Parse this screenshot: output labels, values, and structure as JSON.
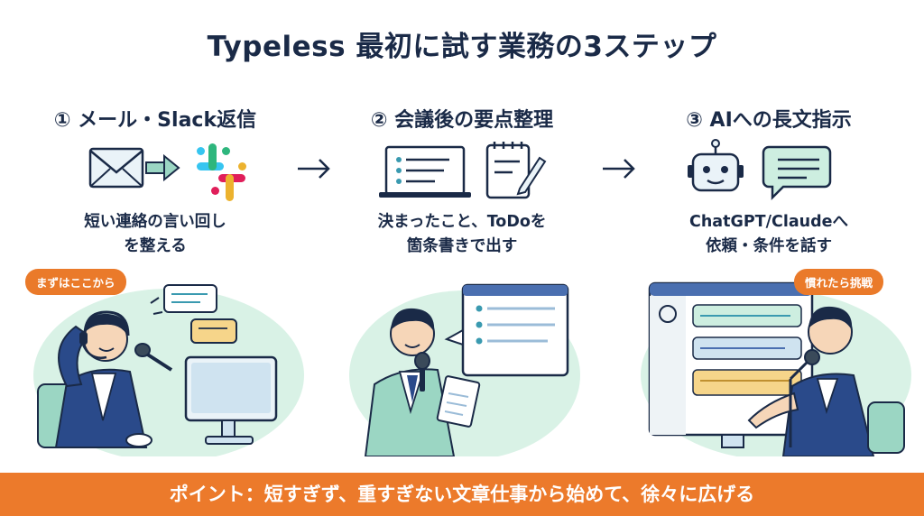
{
  "title": "Typeless 最初に試す業務の3ステップ",
  "steps": [
    {
      "heading": "① メール・Slack返信",
      "desc_line1": "短い連絡の言い回し",
      "desc_line2": "を整える",
      "icons": [
        "mail-icon",
        "arrow-right-icon",
        "slack-logo-icon"
      ]
    },
    {
      "heading": "② 会議後の要点整理",
      "desc_line1": "決まったこと、ToDoを",
      "desc_line2": "箇条書きで出す",
      "icons": [
        "whiteboard-icon",
        "notepad-pencil-icon"
      ]
    },
    {
      "heading": "③ AIへの長文指示",
      "desc_line1": "ChatGPT/Claudeへ",
      "desc_line2": "依頼・条件を話す",
      "icons": [
        "robot-icon",
        "chat-bubble-icon"
      ]
    }
  ],
  "tags": {
    "start": "まずはここから",
    "advanced": "慣れたら挑戦"
  },
  "footer": "ポイント：短すぎず、重すぎない文章仕事から始めて、徐々に広げる",
  "colors": {
    "navy": "#1a2a47",
    "orange": "#ea7a2a",
    "mint": "#d9f2e6",
    "teal": "#3a9ab0",
    "lightblue": "#eaf3f8"
  }
}
